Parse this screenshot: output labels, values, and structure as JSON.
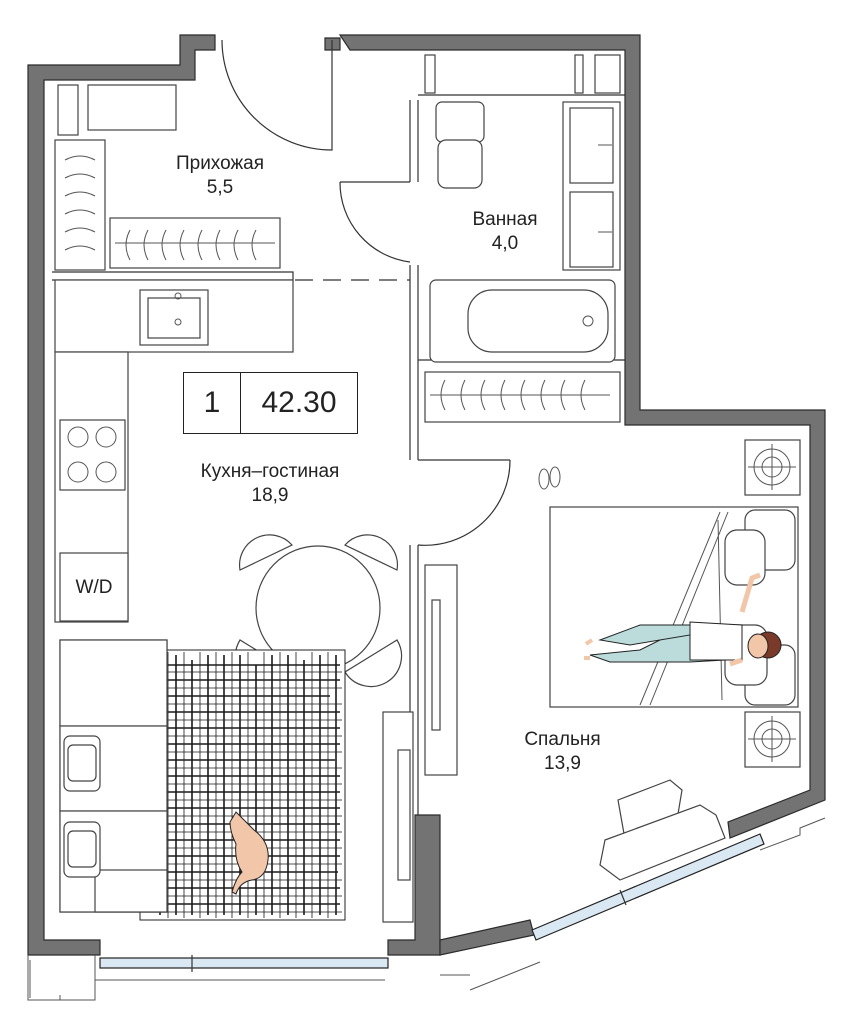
{
  "colors": {
    "wall": "#737373",
    "window": "#d9e8f2",
    "rug": "#1a1a1a",
    "pillow": "#ffffff"
  },
  "summary": {
    "rooms": "1",
    "area": "42.30"
  },
  "rooms": [
    {
      "name": "Прихожая",
      "area": "5,5"
    },
    {
      "name": "Ванная",
      "area": "4,0"
    },
    {
      "name": "Кухня–гостиная",
      "area": "18,9"
    },
    {
      "name": "Спальня",
      "area": "13,9"
    }
  ],
  "appliances": {
    "washer_dryer": "W/D"
  }
}
